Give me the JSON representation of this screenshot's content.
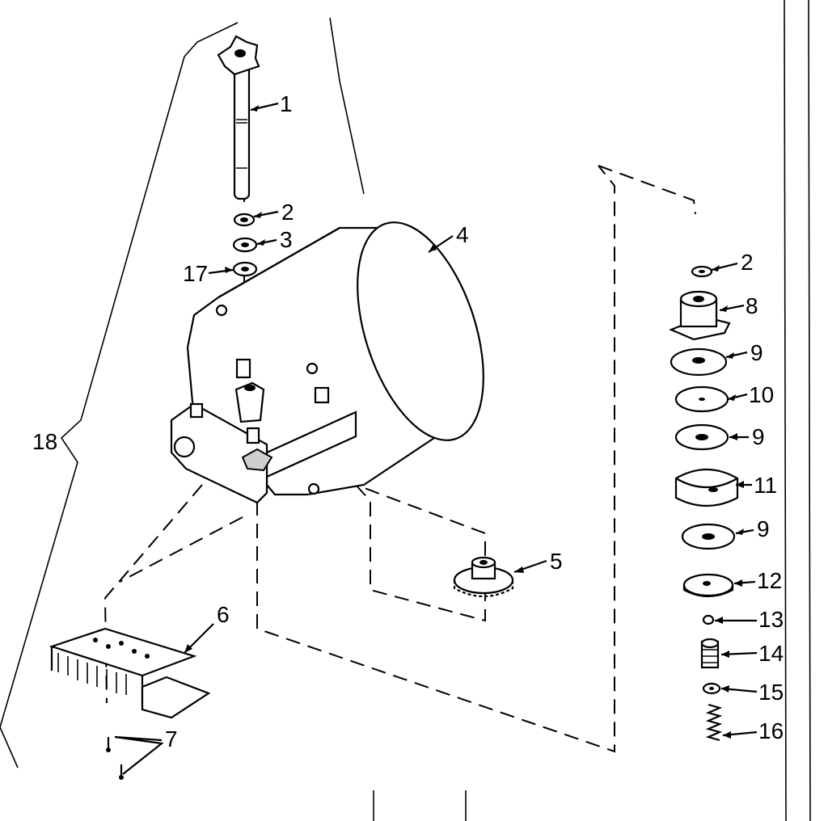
{
  "callouts": [
    {
      "id": "1",
      "text": "1"
    },
    {
      "id": "2a",
      "text": "2"
    },
    {
      "id": "3",
      "text": "3"
    },
    {
      "id": "17",
      "text": "17"
    },
    {
      "id": "4",
      "text": "4"
    },
    {
      "id": "18",
      "text": "18"
    },
    {
      "id": "5",
      "text": "5"
    },
    {
      "id": "6",
      "text": "6"
    },
    {
      "id": "7",
      "text": "7"
    },
    {
      "id": "2b",
      "text": "2"
    },
    {
      "id": "8",
      "text": "8"
    },
    {
      "id": "9a",
      "text": "9"
    },
    {
      "id": "10",
      "text": "10"
    },
    {
      "id": "9b",
      "text": "9"
    },
    {
      "id": "11",
      "text": "11"
    },
    {
      "id": "9c",
      "text": "9"
    },
    {
      "id": "12",
      "text": "12"
    },
    {
      "id": "13",
      "text": "13"
    },
    {
      "id": "14",
      "text": "14"
    },
    {
      "id": "15",
      "text": "15"
    },
    {
      "id": "16",
      "text": "16"
    }
  ]
}
